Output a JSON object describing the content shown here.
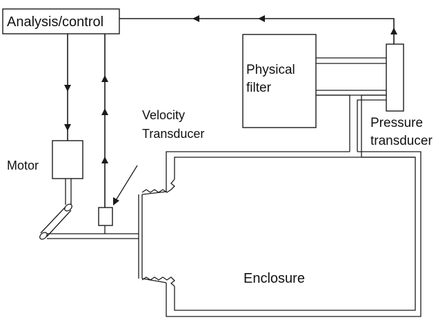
{
  "labels": {
    "analysis": "Analysis/control",
    "physical_1": "Physical",
    "physical_2": "filter",
    "pressure_1": "Pressure",
    "pressure_2": "transducer",
    "velocity_1": "Velocity",
    "velocity_2": "Transducer",
    "motor": "Motor",
    "enclosure": "Enclosure"
  },
  "colors": {
    "stroke": "#1a1a1a",
    "background": "#ffffff",
    "text": "#111111"
  }
}
